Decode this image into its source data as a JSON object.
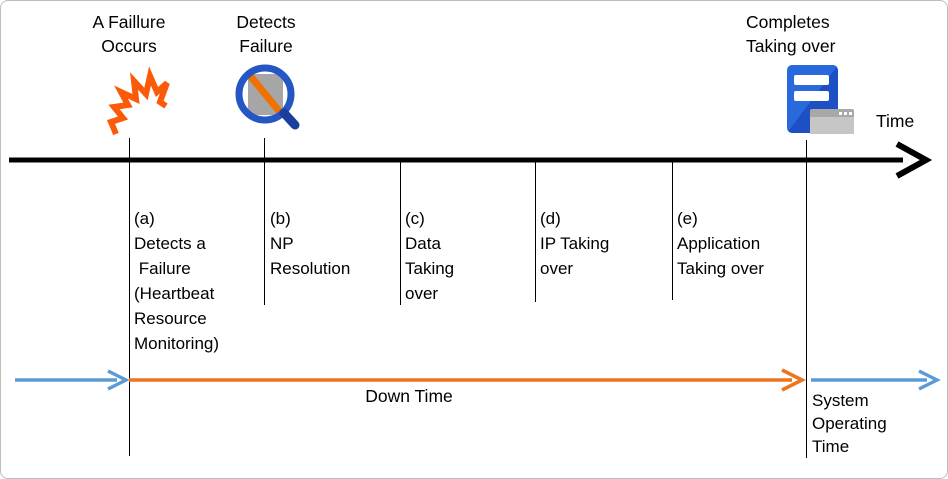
{
  "diagram": {
    "top_labels": {
      "failure_occurs": [
        "A Faillure",
        "Occurs"
      ],
      "detects_failure": [
        "Detects",
        "Failure"
      ],
      "completes_takeover": [
        "Completes",
        "Taking over"
      ],
      "time": "Time"
    },
    "phases": [
      {
        "id": "a",
        "lines": [
          "(a)",
          "Detects a",
          " Failure",
          "(Heartbeat",
          "Resource",
          "Monitoring)"
        ]
      },
      {
        "id": "b",
        "lines": [
          "(b)",
          "NP",
          "Resolution"
        ]
      },
      {
        "id": "c",
        "lines": [
          "(c)",
          "Data",
          "Taking",
          "over"
        ]
      },
      {
        "id": "d",
        "lines": [
          "(d)",
          "IP Taking",
          "over"
        ]
      },
      {
        "id": "e",
        "lines": [
          "(e)",
          "Application",
          "Taking over"
        ]
      }
    ],
    "bottom_labels": {
      "down_time": "Down Time",
      "system_operating_time": [
        "System",
        "Operating",
        "Time"
      ]
    },
    "icons": [
      "spark-icon",
      "magnifier-icon",
      "server-icon"
    ],
    "colors": {
      "timeline_black": "#000000",
      "operating_arrow_blue": "#5b9bd5",
      "down_time_orange": "#ee7420",
      "spark_orange": "#fb5a09",
      "magnifier_ring_blue": "#2456c4",
      "magnifier_handle_blue": "#1a3e9c",
      "magnifier_lens_gray": "#a6a6a6",
      "magnifier_slash_orange": "#f07000",
      "server_blue_light": "#2a69dc",
      "server_blue_dark": "#1d50c4",
      "window_gray": "#c6c6c6"
    }
  }
}
